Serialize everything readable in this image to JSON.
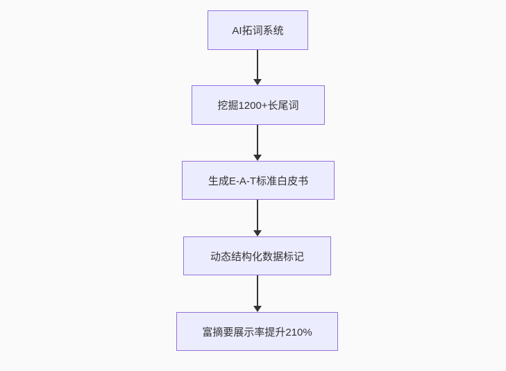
{
  "page": {
    "background_color": "#fafafa"
  },
  "flowchart": {
    "type": "vertical-flow",
    "direction": "top-down",
    "node_fill_color": "#ECECFF",
    "node_border_color": "#9370DB",
    "text_color": "#333333",
    "arrow_color": "#333333",
    "nodes": [
      {
        "label": "AI拓词系统"
      },
      {
        "label": "挖掘1200+长尾词"
      },
      {
        "label": "生成E-A-T标准白皮书"
      },
      {
        "label": "动态结构化数据标记"
      },
      {
        "label": "富摘要展示率提升210%"
      }
    ]
  }
}
